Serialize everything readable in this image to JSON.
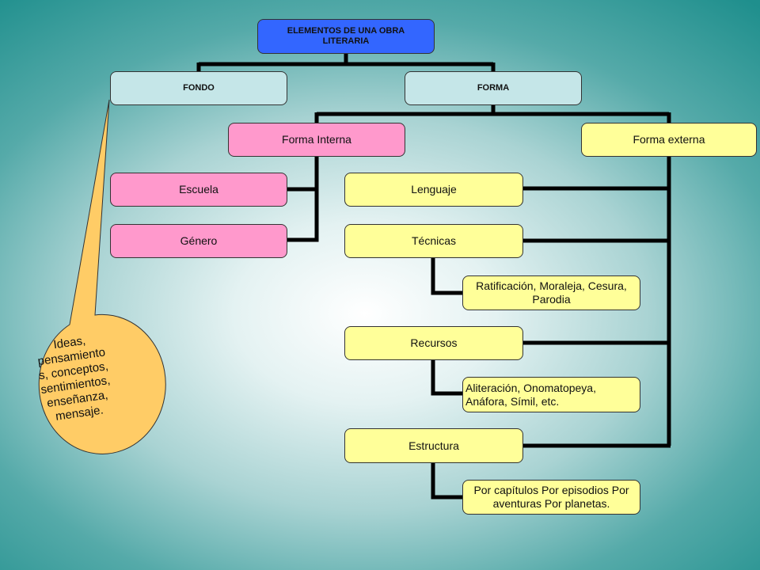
{
  "diagram": {
    "root": "ELEMENTOS DE UNA OBRA LITERARIA",
    "fondo": "FONDO",
    "forma": "FORMA",
    "forma_interna": "Forma Interna",
    "forma_externa": "Forma externa",
    "escuela": "Escuela",
    "genero": "Género",
    "lenguaje": "Lenguaje",
    "tecnicas": "Técnicas",
    "tecnicas_detalle": "Ratificación, Moraleja, Cesura, Parodia",
    "recursos": "Recursos",
    "recursos_detalle": "Aliteración, Onomatopeya, Anáfora, Símil, etc.",
    "estructura": "Estructura",
    "estructura_detalle": "Por capítulos Por episodios Por aventuras Por planetas.",
    "bubble_lines": [
      "Ideas,",
      "pensamiento",
      "s, conceptos,",
      "sentimientos,",
      "enseñanza,",
      "mensaje."
    ]
  },
  "colors": {
    "root": "#3366ff",
    "level1": "#c5e6e8",
    "pink": "#ff99cc",
    "yellow": "#ffff99",
    "connector": "#000000",
    "bubble": "#ffcc66"
  }
}
